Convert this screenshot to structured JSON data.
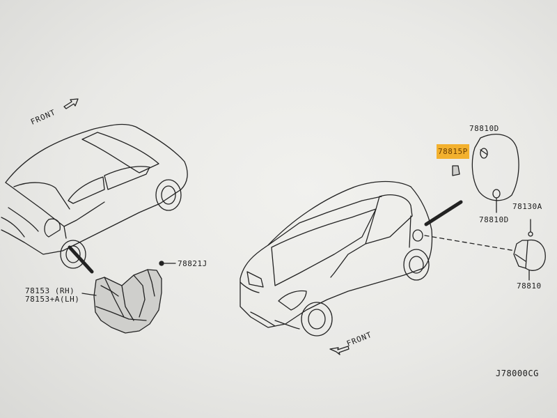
{
  "labels": {
    "front_left": "FRONT",
    "front_right": "FRONT",
    "p78810D_top": "78810D",
    "p78815P": "78815P",
    "p78810D_bottom": "78810D",
    "p78130A": "78130A",
    "p78810": "78810",
    "p78821J": "78821J",
    "p78153_rh": "78153 (RH)",
    "p78153_lh": "78153+A(LH)",
    "diagram_code": "J78000CG"
  },
  "colors": {
    "line": "#222222",
    "highlight": "#f3b12e"
  }
}
